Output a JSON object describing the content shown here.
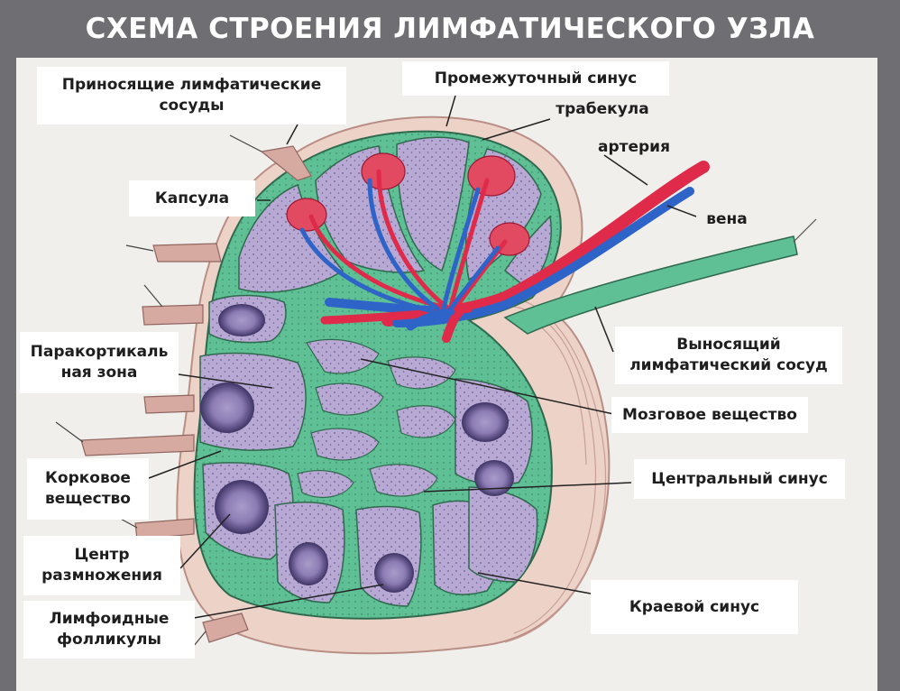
{
  "title": "СХЕМА СТРОЕНИЯ ЛИМФАТИЧЕСКОГО УЗЛА",
  "labels": {
    "afferent": "Приносящие лимфатические\nсосуды",
    "intermediate_sinus": "Промежуточный синус",
    "trabecula": "трабекула",
    "artery": "артерия",
    "vein": "вена",
    "capsule": "Капсула",
    "paracortical": "Паракортикаль\nная зона",
    "efferent": "Выносящий\nлимфатический сосуд",
    "medulla": "Мозговое вещество",
    "cortex": "Корковое\nвещество",
    "central_sinus": "Центральный синус",
    "germinal_center": "Центр\nразмножения",
    "marginal_sinus": "Краевой синус",
    "lymphoid_follicles": "Лимфоидные\nфолликулы"
  },
  "colors": {
    "background": "#6f6f73",
    "panel": "#f1efec",
    "sinus_green": "#5fbf95",
    "lymph_tissue": "#b7a9d3",
    "capsule_pink": "#edd2c8",
    "artery_red": "#e02a4a",
    "vein_blue": "#2e63c8",
    "follicle_dark": "#574a82"
  }
}
